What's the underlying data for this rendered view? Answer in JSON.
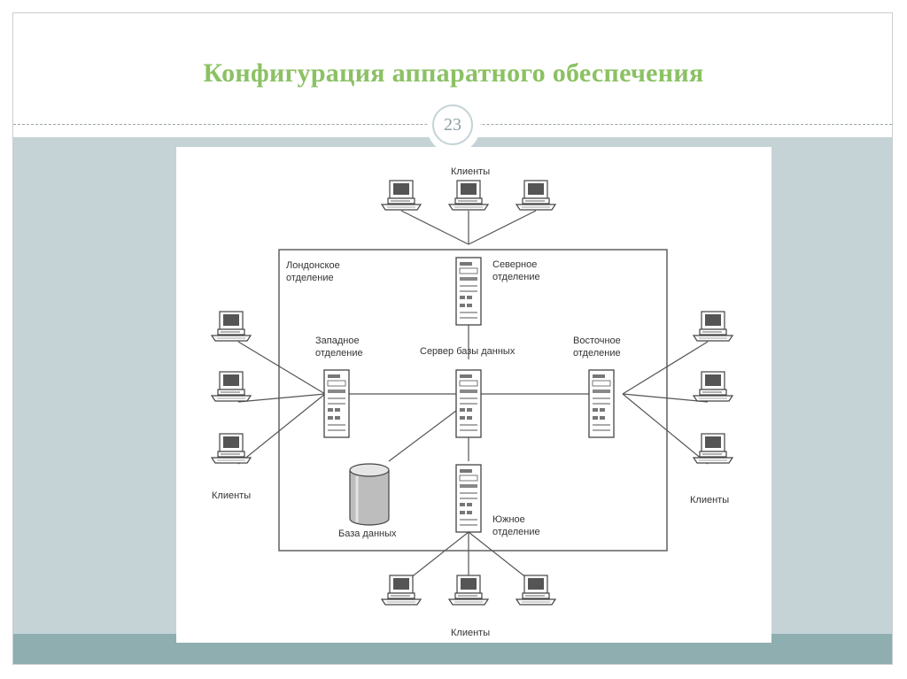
{
  "slide": {
    "title": "Конфигурация аппаратного обеспечения",
    "page_number": "23"
  },
  "diagram": {
    "labels": {
      "clients_top": "Клиенты",
      "clients_left": "Клиенты",
      "clients_right": "Клиенты",
      "clients_bottom": "Клиенты",
      "london_branch": [
        "Лондонское",
        "отделение"
      ],
      "north_branch": [
        "Северное",
        "отделение"
      ],
      "west_branch": [
        "Западное",
        "отделение"
      ],
      "east_branch": [
        "Восточное",
        "отделение"
      ],
      "south_branch": [
        "Южное",
        "отделение"
      ],
      "db_server": "Сервер базы данных",
      "database": "База данных"
    }
  },
  "colors": {
    "title": "#8bc163",
    "band": "#c5d3d6",
    "bottom_band": "#8eaeb0"
  }
}
